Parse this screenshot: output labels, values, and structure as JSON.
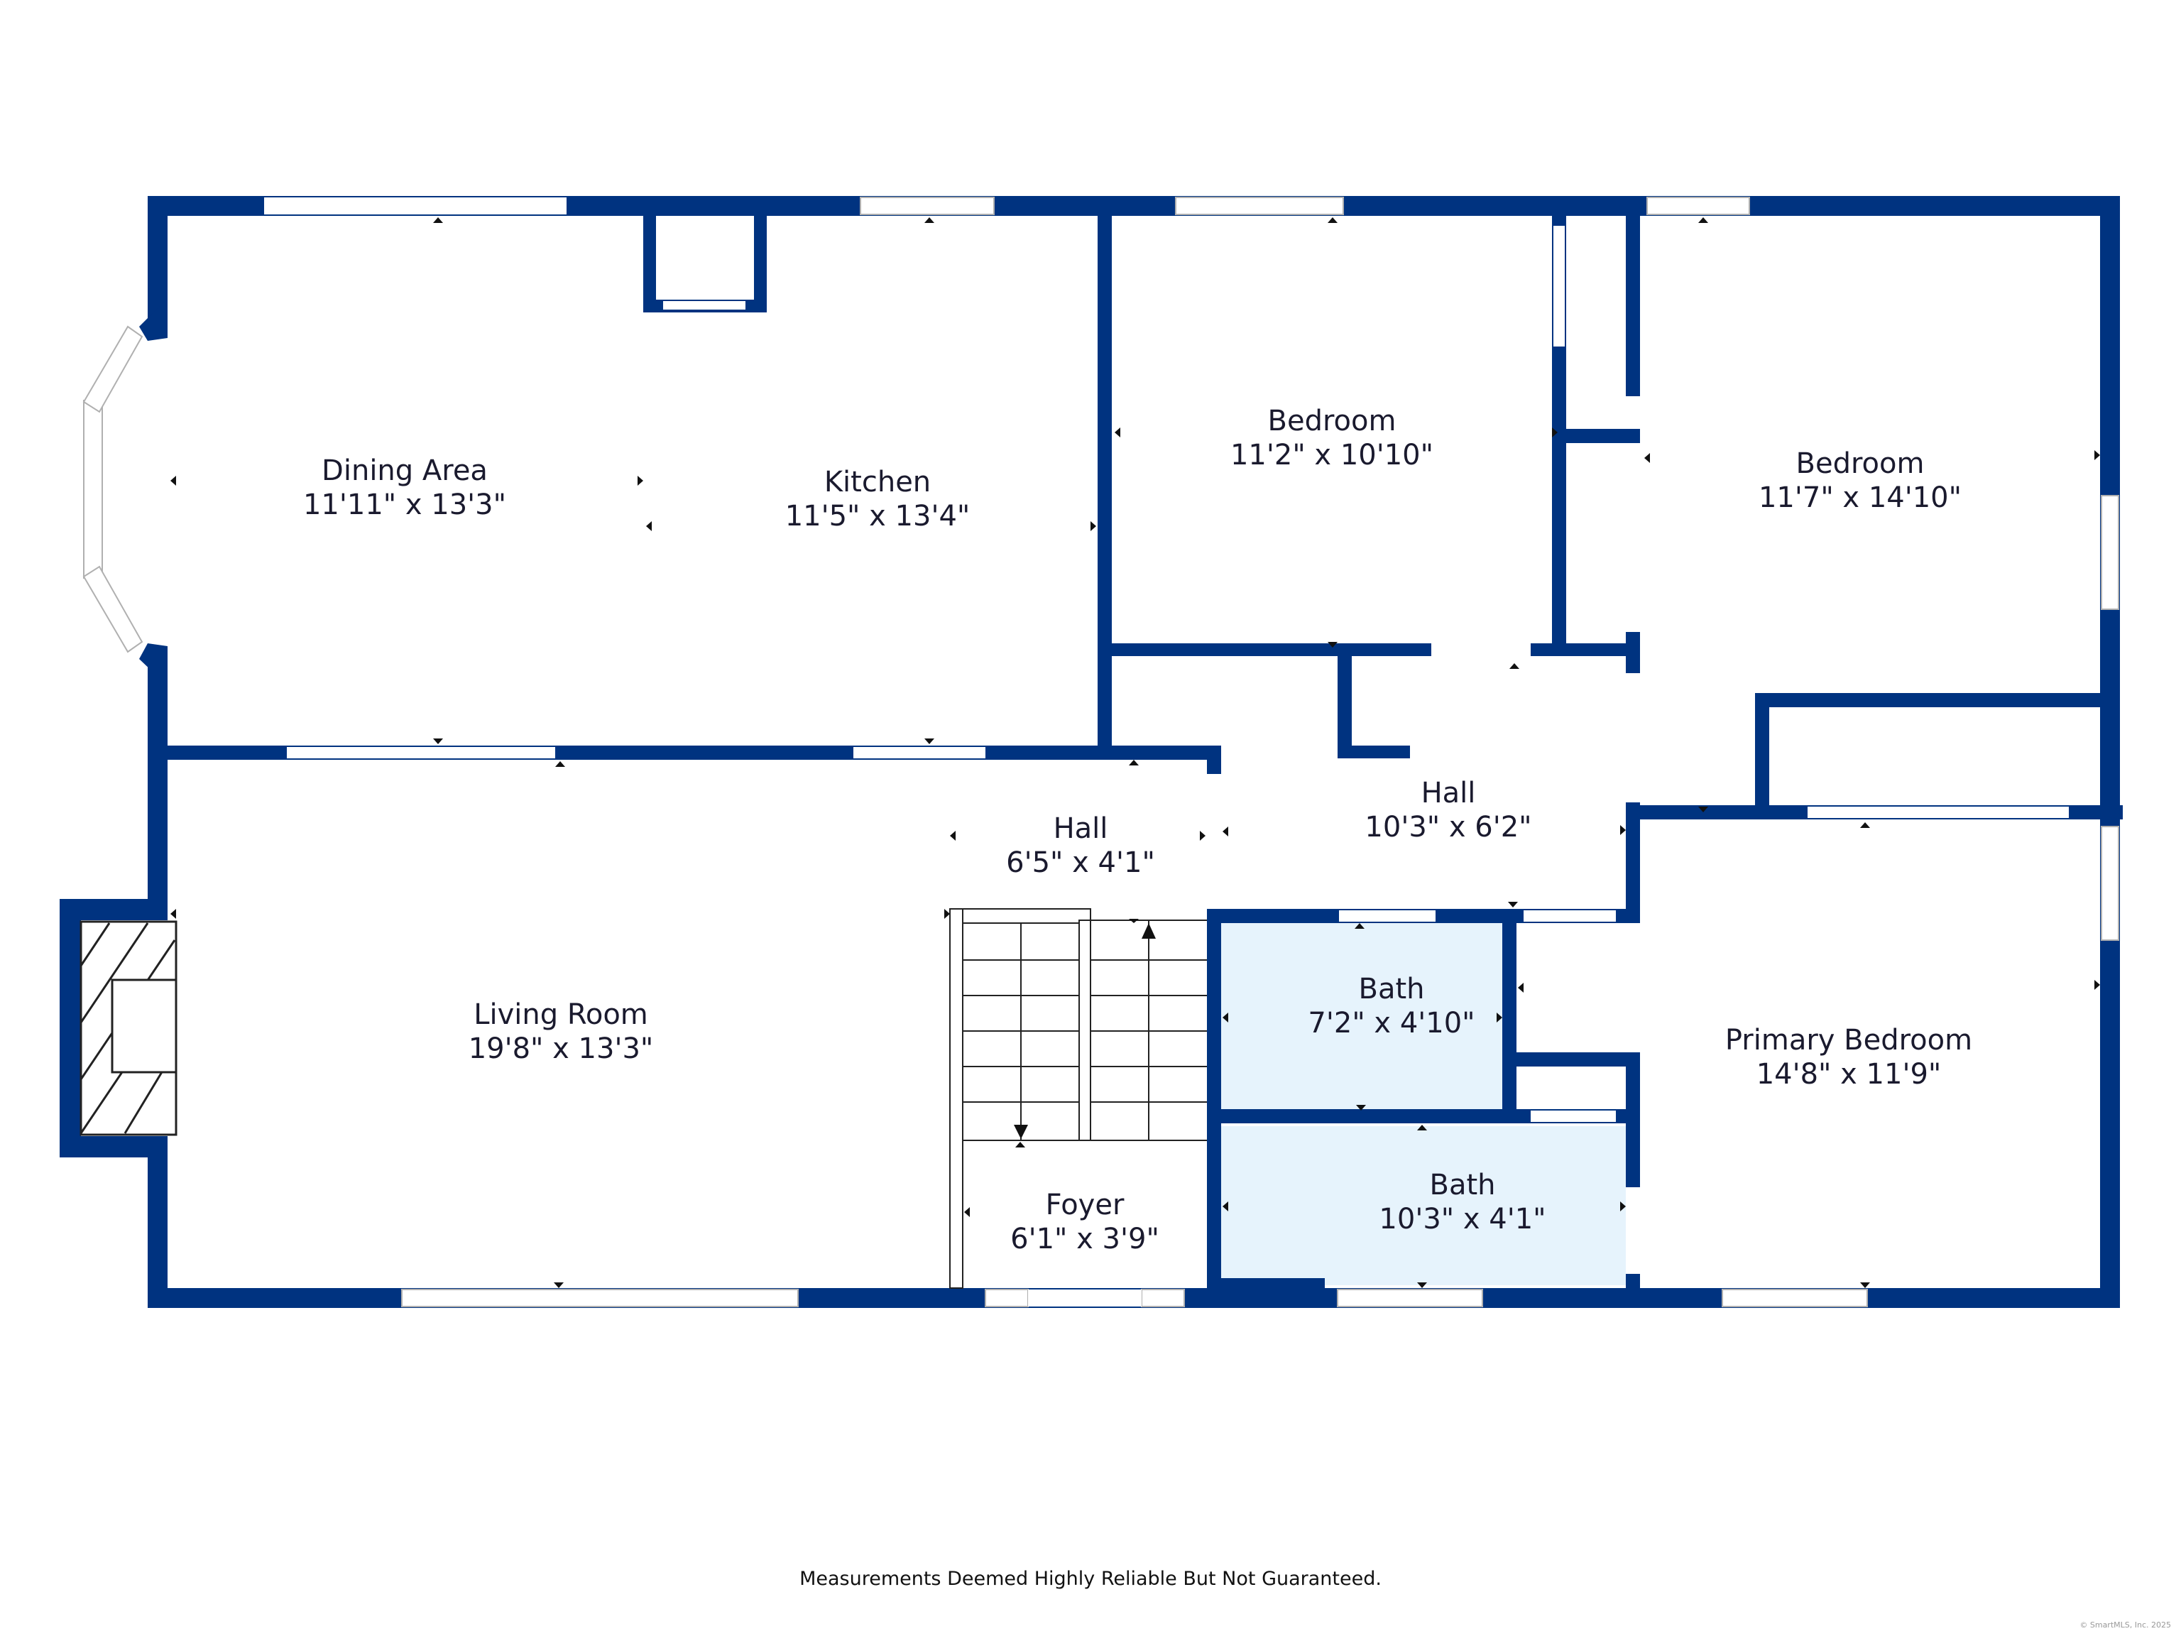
{
  "rooms": {
    "dining": {
      "name": "Dining Area",
      "dims": "11'11\" x 13'3\""
    },
    "kitchen": {
      "name": "Kitchen",
      "dims": "11'5\" x 13'4\""
    },
    "bedroom1": {
      "name": "Bedroom",
      "dims": "11'2\" x 10'10\""
    },
    "bedroom2": {
      "name": "Bedroom",
      "dims": "11'7\" x 14'10\""
    },
    "hall_upper": {
      "name": "Hall",
      "dims": "10'3\" x 6'2\""
    },
    "hall_lower": {
      "name": "Hall",
      "dims": "6'5\" x 4'1\""
    },
    "living": {
      "name": "Living Room",
      "dims": "19'8\" x 13'3\""
    },
    "bath1": {
      "name": "Bath",
      "dims": "7'2\" x 4'10\""
    },
    "bath2": {
      "name": "Bath",
      "dims": "10'3\" x 4'1\""
    },
    "primary": {
      "name": "Primary Bedroom",
      "dims": "14'8\" x 11'9\""
    },
    "foyer": {
      "name": "Foyer",
      "dims": "6'1\" x 3'9\""
    }
  },
  "colors": {
    "wall": "#003380",
    "bath_fill": "#e6f3fc"
  },
  "footer": {
    "disclaimer": "Measurements Deemed Highly Reliable But Not Guaranteed.",
    "copyright": "© SmartMLS, Inc. 2025"
  }
}
